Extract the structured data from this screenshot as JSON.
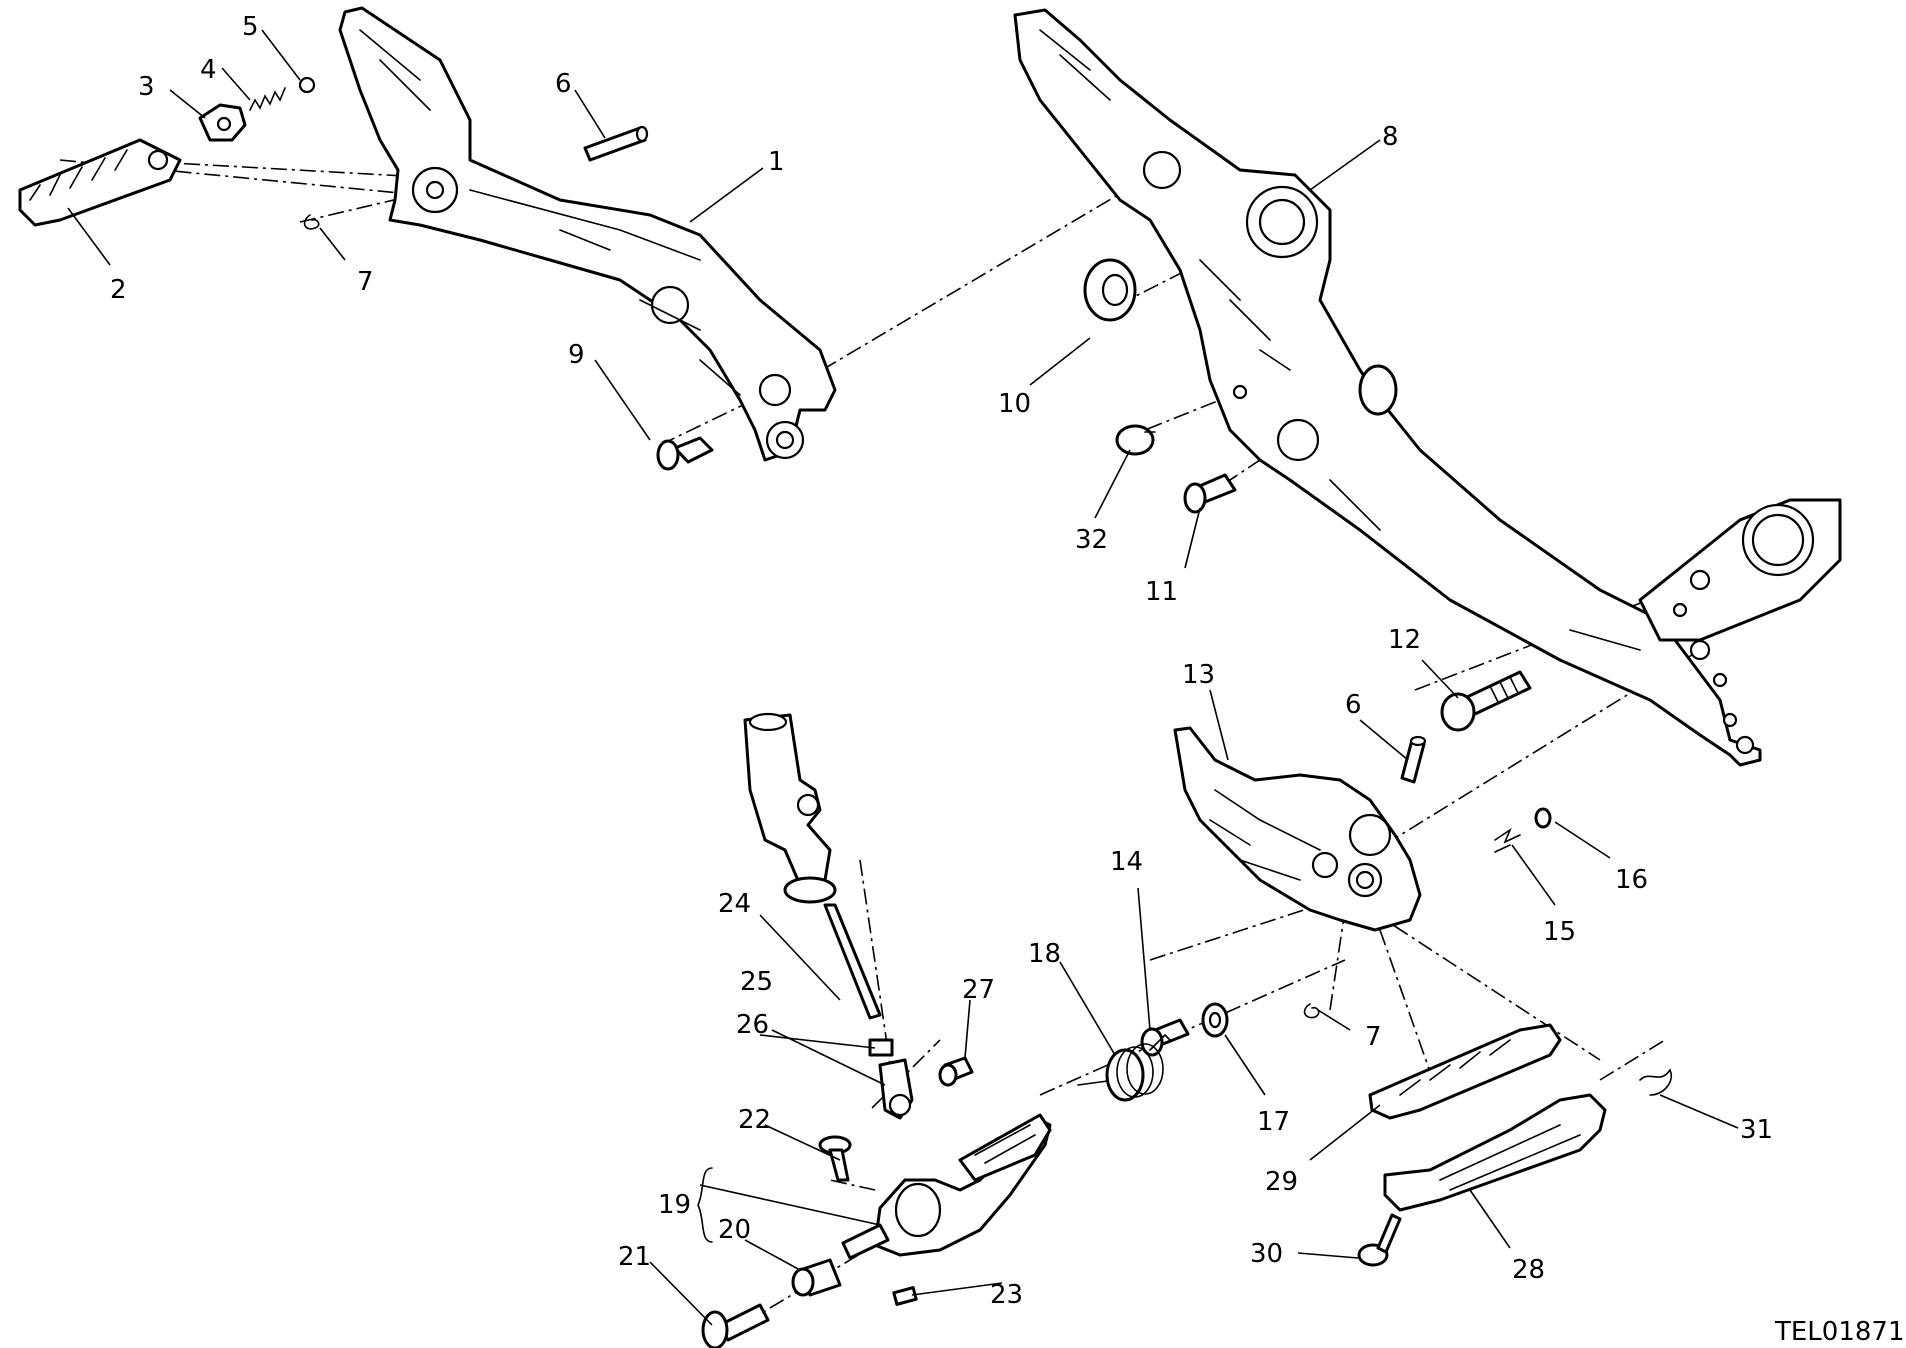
{
  "drawing_code": "TEL01871",
  "callouts": {
    "c1": "1",
    "c2": "2",
    "c3": "3",
    "c4": "4",
    "c5": "5",
    "c6a": "6",
    "c6b": "6",
    "c7a": "7",
    "c7b": "7",
    "c8": "8",
    "c9": "9",
    "c10": "10",
    "c11": "11",
    "c12": "12",
    "c13": "13",
    "c14": "14",
    "c15": "15",
    "c16": "16",
    "c17": "17",
    "c18": "18",
    "c19": "19",
    "c20": "20",
    "c21": "21",
    "c22": "22",
    "c23": "23",
    "c24": "24",
    "c25": "25",
    "c26": "26",
    "c27": "27",
    "c28": "28",
    "c29": "29",
    "c30": "30",
    "c31": "31",
    "c32": "32"
  },
  "colors": {
    "line": "#000000",
    "background": "#ffffff"
  }
}
